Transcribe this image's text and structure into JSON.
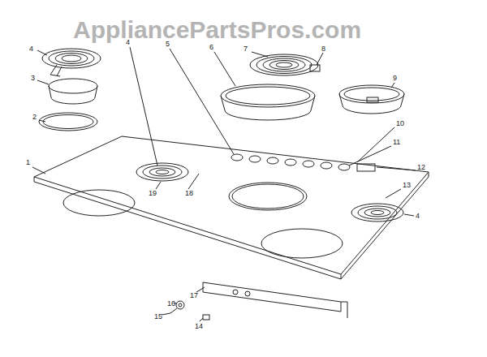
{
  "diagram": {
    "labels": [
      "AppliancePartsPros.com",
      "4",
      "5",
      "6",
      "7",
      "8",
      "4",
      "3",
      "9",
      "2",
      "10",
      "11",
      "1",
      "12",
      "13",
      "19",
      "18",
      "4",
      "17",
      "16",
      "15",
      "14"
    ]
  }
}
